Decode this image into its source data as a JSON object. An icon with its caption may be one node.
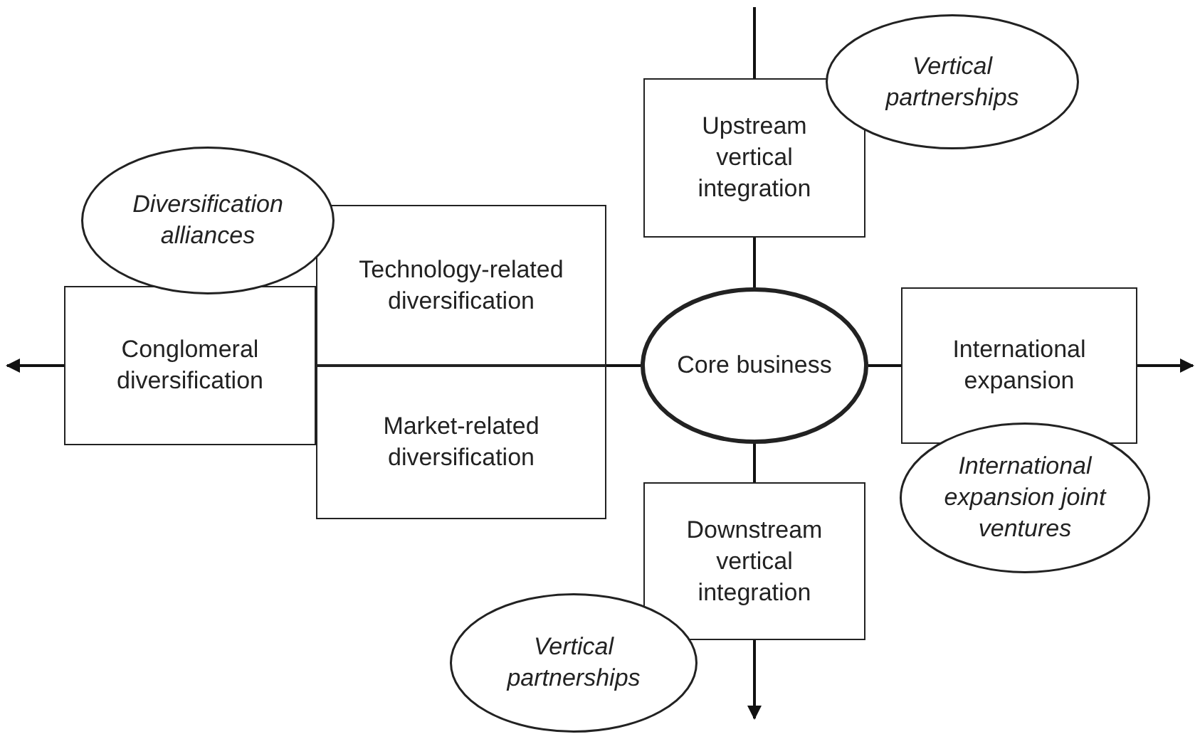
{
  "diagram": {
    "nodes": [
      {
        "text": [
          "Core business"
        ]
      },
      {
        "text": [
          "Upstream vertical integration"
        ]
      },
      {
        "text": [
          "Vertical partnerships"
        ]
      },
      {
        "text": [
          "Diversification alliances"
        ]
      },
      {
        "text": [
          "Technology-related diversification"
        ]
      },
      {
        "text": [
          "Conglomeral diversification"
        ]
      },
      {
        "text": [
          "Market-related diversification"
        ]
      },
      {
        "text": [
          "International expansion"
        ]
      },
      {
        "text": [
          "International expansion joint ventures"
        ]
      },
      {
        "text": [
          "Downstream vertical integration"
        ]
      },
      {
        "text": [
          "Vertical partnerships"
        ]
      }
    ],
    "edges": [
      {
        "from": 0,
        "to": 1,
        "arrow": "none"
      },
      {
        "from": 1,
        "to": null,
        "arrow": "none"
      },
      {
        "from": 0,
        "to": 9,
        "arrow": "none"
      },
      {
        "from": 9,
        "to": null,
        "arrow": "to"
      },
      {
        "from": 0,
        "to": 5,
        "arrow": "none"
      },
      {
        "from": 5,
        "to": null,
        "arrow": "to"
      },
      {
        "from": 0,
        "to": 7,
        "arrow": "none"
      },
      {
        "from": 7,
        "to": null,
        "arrow": "to"
      }
    ]
  }
}
